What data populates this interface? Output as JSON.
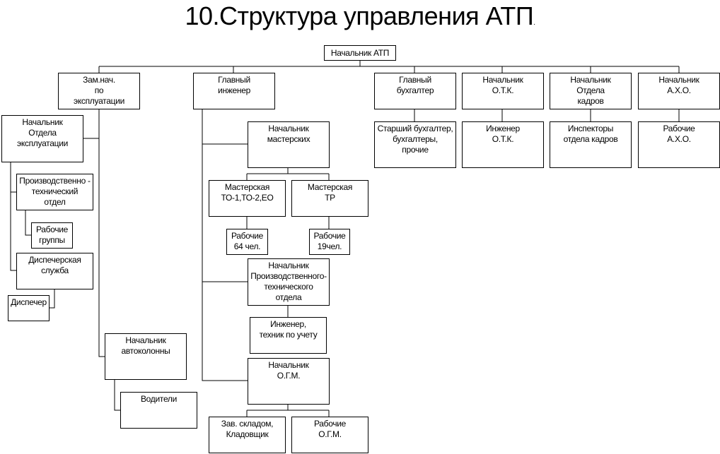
{
  "title": "10.Структура управления АТП",
  "title_dot": ".",
  "nodes": {
    "head": "Начальник АТП",
    "zam": "Зам.нач.\nпо\nэксплуатации",
    "glav_inzh": "Главный\nинженер",
    "glav_buh": "Главный\nбухгалтер",
    "otk": "Начальник\nО.Т.К.",
    "kadry": "Начальник\nОтдела\nкадров",
    "aho": "Начальник\nА.Х.О.",
    "buh_staff": "Старший бухгалтер,\nбухгалтеры,\nпрочие",
    "otk_staff": "Инженер\nО.Т.К.",
    "kadry_staff": "Инспекторы\nотдела кадров",
    "aho_staff": "Рабочие\nА.Х.О.",
    "nach_ekspl": "Начальник\nОтдела\nэксплуатации",
    "pto_otdel": "Производственно -\nтехнический\nотдел",
    "rab_gruppy": "Рабочие\nгруппы",
    "disp_sluzhba": "Диспечерская\nслужба",
    "dispecher": "Диспечер",
    "nach_avtokol": "Начальник\nавтоколонны",
    "voditeli": "Водители",
    "nach_master": "Начальник\nмастерских",
    "master_to": "Мастерская\nТО-1,ТО-2,ЕО",
    "master_tr": "Мастерская\nТР",
    "rab_64": "Рабочие\n64 чел.",
    "rab_19": "Рабочие\n19чел.",
    "nach_pto": "Начальник\nПроизводственного-\nтехнического\nотдела",
    "inzh_uchet": "Инженер,\nтехник по учету",
    "nach_ogm": "Начальник\nО.Г.М.",
    "zav_sklad": "Зав. складом,\nКладовщик",
    "rab_ogm": "Рабочие\nО.Г.М."
  }
}
